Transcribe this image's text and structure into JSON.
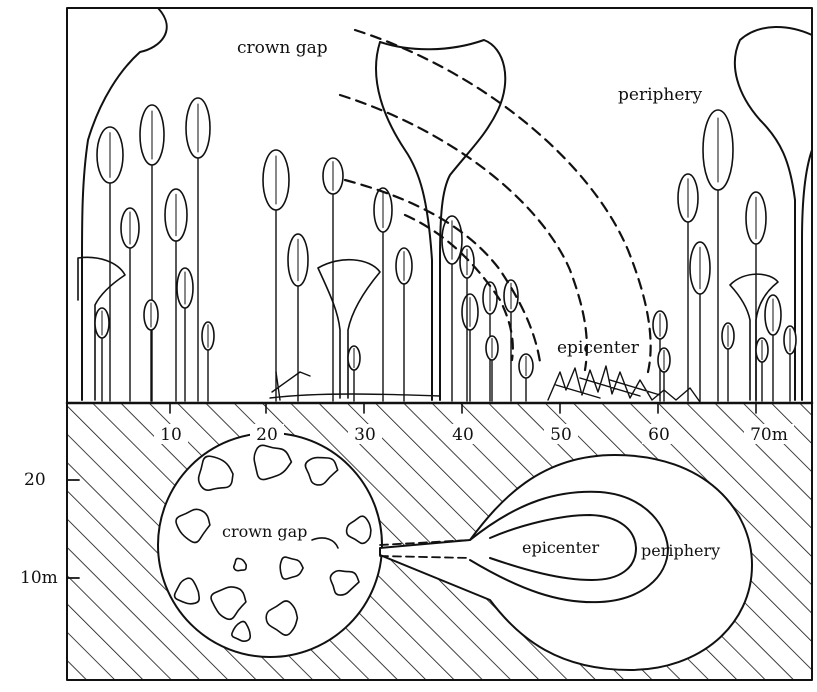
{
  "profile": {
    "labels": {
      "crown_gap": "crown gap",
      "periphery": "periphery",
      "epicenter": "epicenter"
    },
    "ground_axis_ticks": [
      "10",
      "20",
      "30",
      "40",
      "50",
      "60",
      "70m"
    ]
  },
  "plan_view": {
    "labels": {
      "crown_gap": "crown gap",
      "epicenter": "epicenter",
      "periphery": "periphery"
    },
    "left_axis_ticks": [
      "20",
      "10m"
    ]
  },
  "colors": {
    "ink": "#111111",
    "background": "#ffffff"
  }
}
